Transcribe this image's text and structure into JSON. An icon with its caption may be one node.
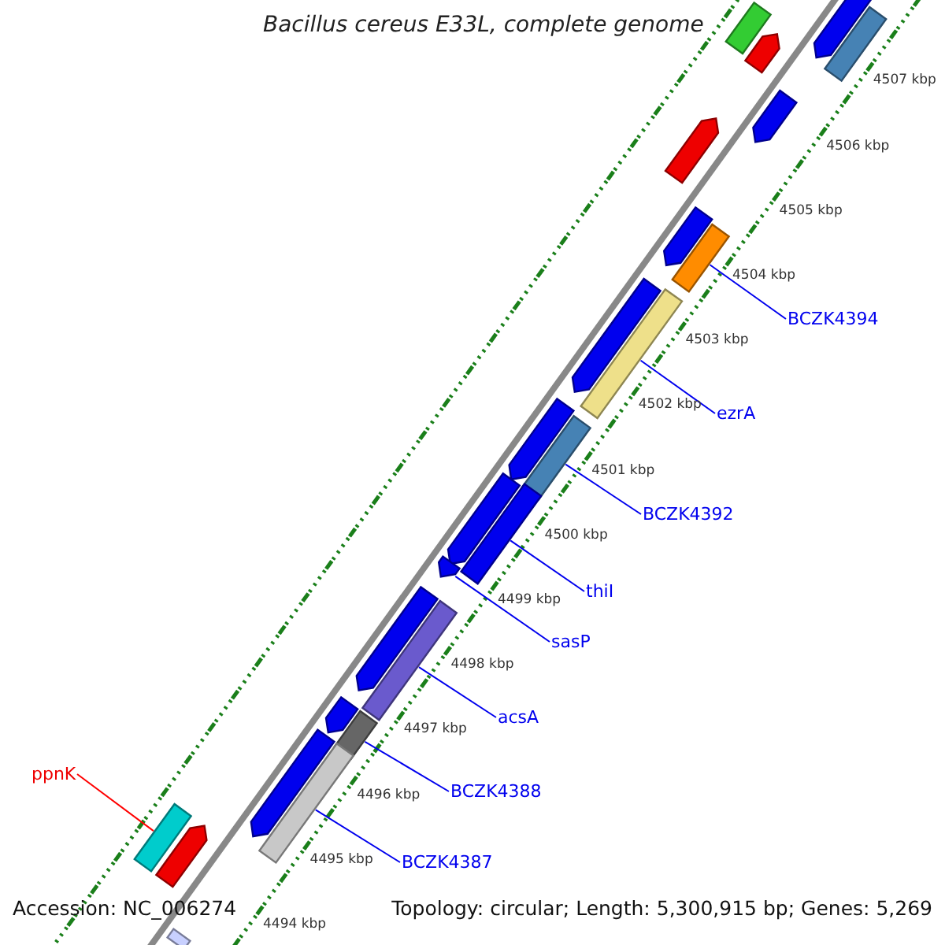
{
  "diagram": {
    "title": "Bacillus cereus E33L, complete genome",
    "nodes": [
      {
        "text": [
          "BCZK4394"
        ]
      },
      {
        "text": [
          "ezrA"
        ]
      },
      {
        "text": [
          "BCZK4392"
        ]
      },
      {
        "text": [
          "thiI"
        ]
      },
      {
        "text": [
          "sasP"
        ]
      },
      {
        "text": [
          "acsA"
        ]
      },
      {
        "text": [
          "BCZK4388"
        ]
      },
      {
        "text": [
          "BCZK4387"
        ]
      },
      {
        "text": [
          "ppnK"
        ]
      },
      {
        "text": [],
        "shape": "bar"
      },
      {
        "text": [],
        "shape": "bar"
      },
      {
        "text": [],
        "shape": "bar"
      },
      {
        "text": [],
        "shape": "bar"
      },
      {
        "text": [],
        "shape": "bar"
      },
      {
        "text": [],
        "shape": "bar"
      },
      {
        "text": [],
        "shape": "bar"
      },
      {
        "text": [],
        "shape": "bar"
      },
      {
        "text": [],
        "shape": "bar"
      },
      {
        "text": [],
        "shape": "bar"
      },
      {
        "text": [],
        "shape": "bar"
      },
      {
        "text": [],
        "shape": "bar"
      },
      {
        "text": [],
        "shape": "bar"
      },
      {
        "text": [],
        "shape": "bar"
      },
      {
        "text": [],
        "shape": "bar"
      },
      {
        "text": [],
        "shape": "bar"
      },
      {
        "text": [],
        "shape": "bar"
      },
      {
        "text": [],
        "shape": "bar"
      },
      {
        "text": [],
        "shape": "bar"
      },
      {
        "text": [],
        "shape": "bar"
      },
      {
        "text": [],
        "shape": "bar"
      },
      {
        "text": [],
        "shape": "bar"
      },
      {
        "text": [],
        "shape": "bar"
      },
      {
        "text": [],
        "shape": "bar"
      }
    ],
    "edges": [
      {
        "from": 0,
        "to": 16,
        "arrow": "none"
      },
      {
        "from": 1,
        "to": 18,
        "arrow": "none"
      },
      {
        "from": 2,
        "to": 20,
        "arrow": "none"
      },
      {
        "from": 3,
        "to": 22,
        "arrow": "none"
      },
      {
        "from": 4,
        "to": 23,
        "arrow": "none"
      },
      {
        "from": 5,
        "to": 25,
        "arrow": "none"
      },
      {
        "from": 6,
        "to": 27,
        "arrow": "none"
      },
      {
        "from": 7,
        "to": 29,
        "arrow": "none"
      },
      {
        "from": 8,
        "to": 30,
        "arrow": "none",
        "color": "#ff0000"
      }
    ],
    "labels": [
      "4507 kbp",
      "4506 kbp",
      "4505 kbp",
      "4504 kbp",
      "4503 kbp",
      "4502 kbp",
      "4501 kbp",
      "4500 kbp",
      "4499 kbp",
      "4498 kbp",
      "4497 kbp",
      "4496 kbp",
      "4495 kbp",
      "4494 kbp",
      "Accession: NC_006274",
      "Topology: circular; Length: 5,300,915 bp; Genes: 5,269"
    ]
  }
}
